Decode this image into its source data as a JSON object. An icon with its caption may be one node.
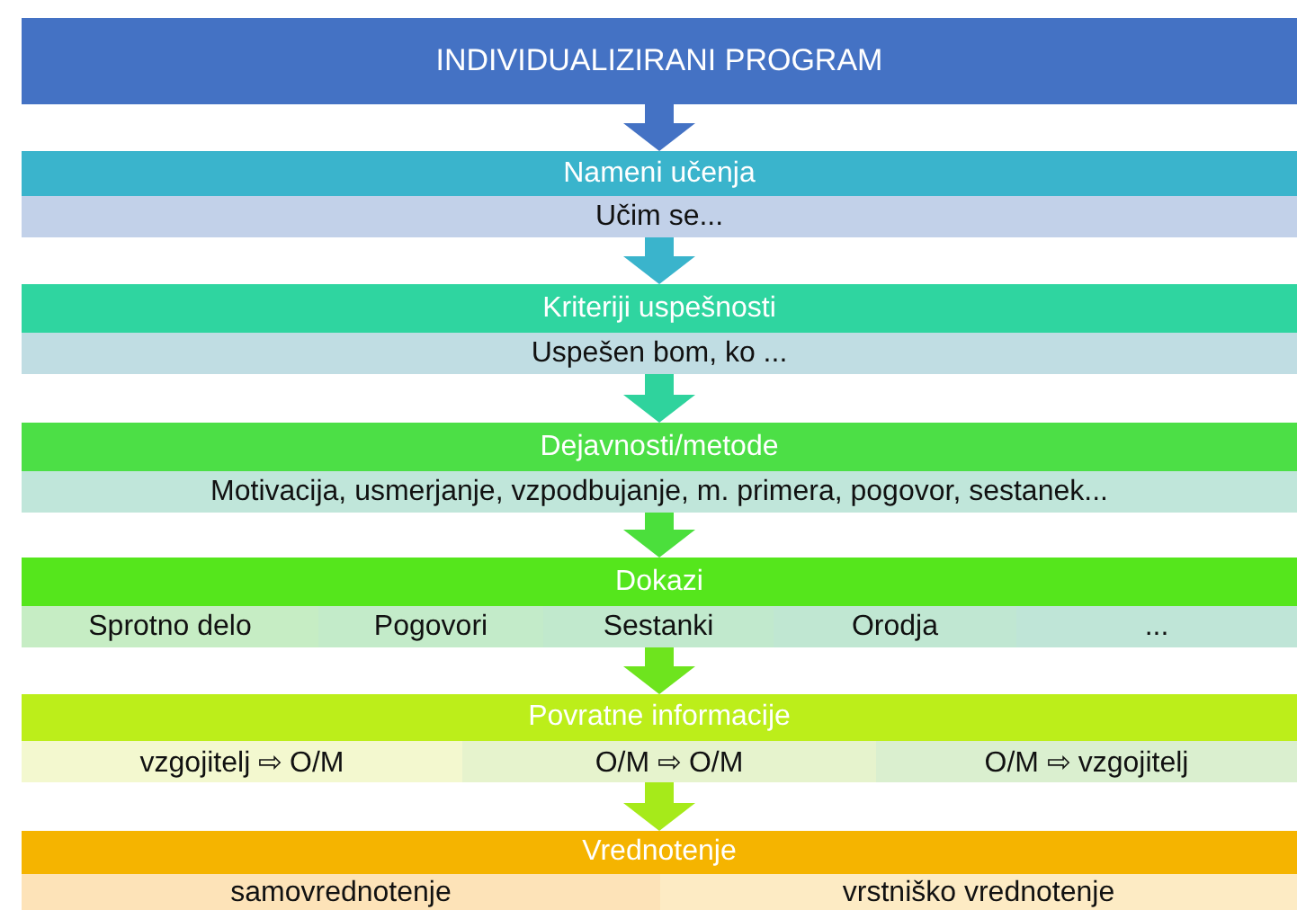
{
  "diagram": {
    "nodes": [
      {
        "text": [
          "INDIVIDUALIZIRANI PROGRAM"
        ]
      },
      {
        "text": [
          "Nameni učenja"
        ]
      },
      {
        "text": [
          "Učim se..."
        ],
        "in": 1
      },
      {
        "text": [
          "Kriteriji uspešnosti"
        ]
      },
      {
        "text": [
          "Uspešen bom, ko ..."
        ],
        "in": 3
      },
      {
        "text": [
          "Dejavnosti/metode"
        ]
      },
      {
        "text": [
          "Motivacija, usmerjanje, vzpodbujanje, m. primera, pogovor, sestanek..."
        ],
        "in": 5
      },
      {
        "text": [
          "Dokazi"
        ]
      },
      {
        "text": [
          "Sprotno delo"
        ],
        "in": 7
      },
      {
        "text": [
          "Pogovori"
        ],
        "in": 7
      },
      {
        "text": [
          "Sestanki"
        ],
        "in": 7
      },
      {
        "text": [
          "Orodja"
        ],
        "in": 7
      },
      {
        "text": [
          "..."
        ],
        "in": 7
      },
      {
        "text": [
          "Povratne informacije"
        ]
      },
      {
        "text": [
          "vzgojitelj ⇨ O/M"
        ],
        "in": 13
      },
      {
        "text": [
          "O/M ⇨ O/M"
        ],
        "in": 13
      },
      {
        "text": [
          "O/M ⇨ vzgojitelj"
        ],
        "in": 13
      },
      {
        "text": [
          "Vrednotenje"
        ]
      },
      {
        "text": [
          "samovrednotenje"
        ],
        "in": 17
      },
      {
        "text": [
          "vrstniško vrednotenje"
        ],
        "in": 17
      }
    ],
    "edges": [
      {
        "from": 0,
        "to": 1,
        "arrow": "to",
        "color": "#4472c4"
      },
      {
        "from": 1,
        "to": 3,
        "arrow": "to",
        "color": "#3ab4cc"
      },
      {
        "from": 3,
        "to": 5,
        "arrow": "to",
        "color": "#2fd39d"
      },
      {
        "from": 5,
        "to": 7,
        "arrow": "to",
        "color": "#4bdf3c"
      },
      {
        "from": 7,
        "to": 13,
        "arrow": "to",
        "color": "#6ee41e"
      },
      {
        "from": 13,
        "to": 17,
        "arrow": "to",
        "color": "#a6ea1a"
      }
    ]
  }
}
